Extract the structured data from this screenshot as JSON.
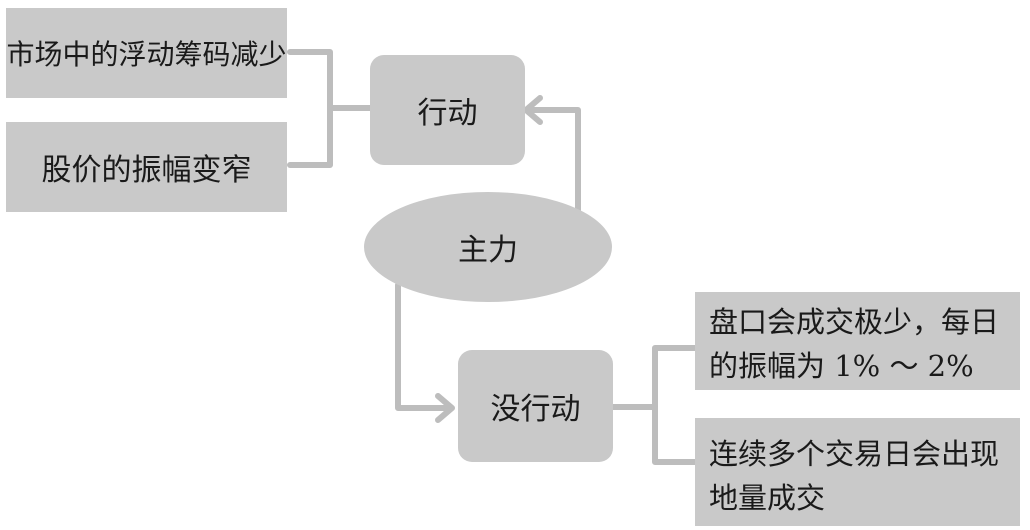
{
  "nodes": {
    "main_force": "主力",
    "action": "行动",
    "no_action": "没行动",
    "chips_decrease": "市场中的浮动筹码减少",
    "amplitude_narrow": "股价的振幅变窄",
    "low_volume_text": "盘口会成交极少，每日的振幅为 1% ～ 2%",
    "low_volume_lines": [
      "盘口会成交极少，每日",
      "的振幅为 1% ～ 2%"
    ],
    "consecutive_text": "连续多个交易日会出现地量成交",
    "consecutive_lines": [
      "连续多个交易日会出现",
      "地量成交"
    ]
  },
  "colors": {
    "box_fill": "#c9c9c9",
    "connector": "#bdbdbd",
    "text": "#1a1a1a"
  }
}
